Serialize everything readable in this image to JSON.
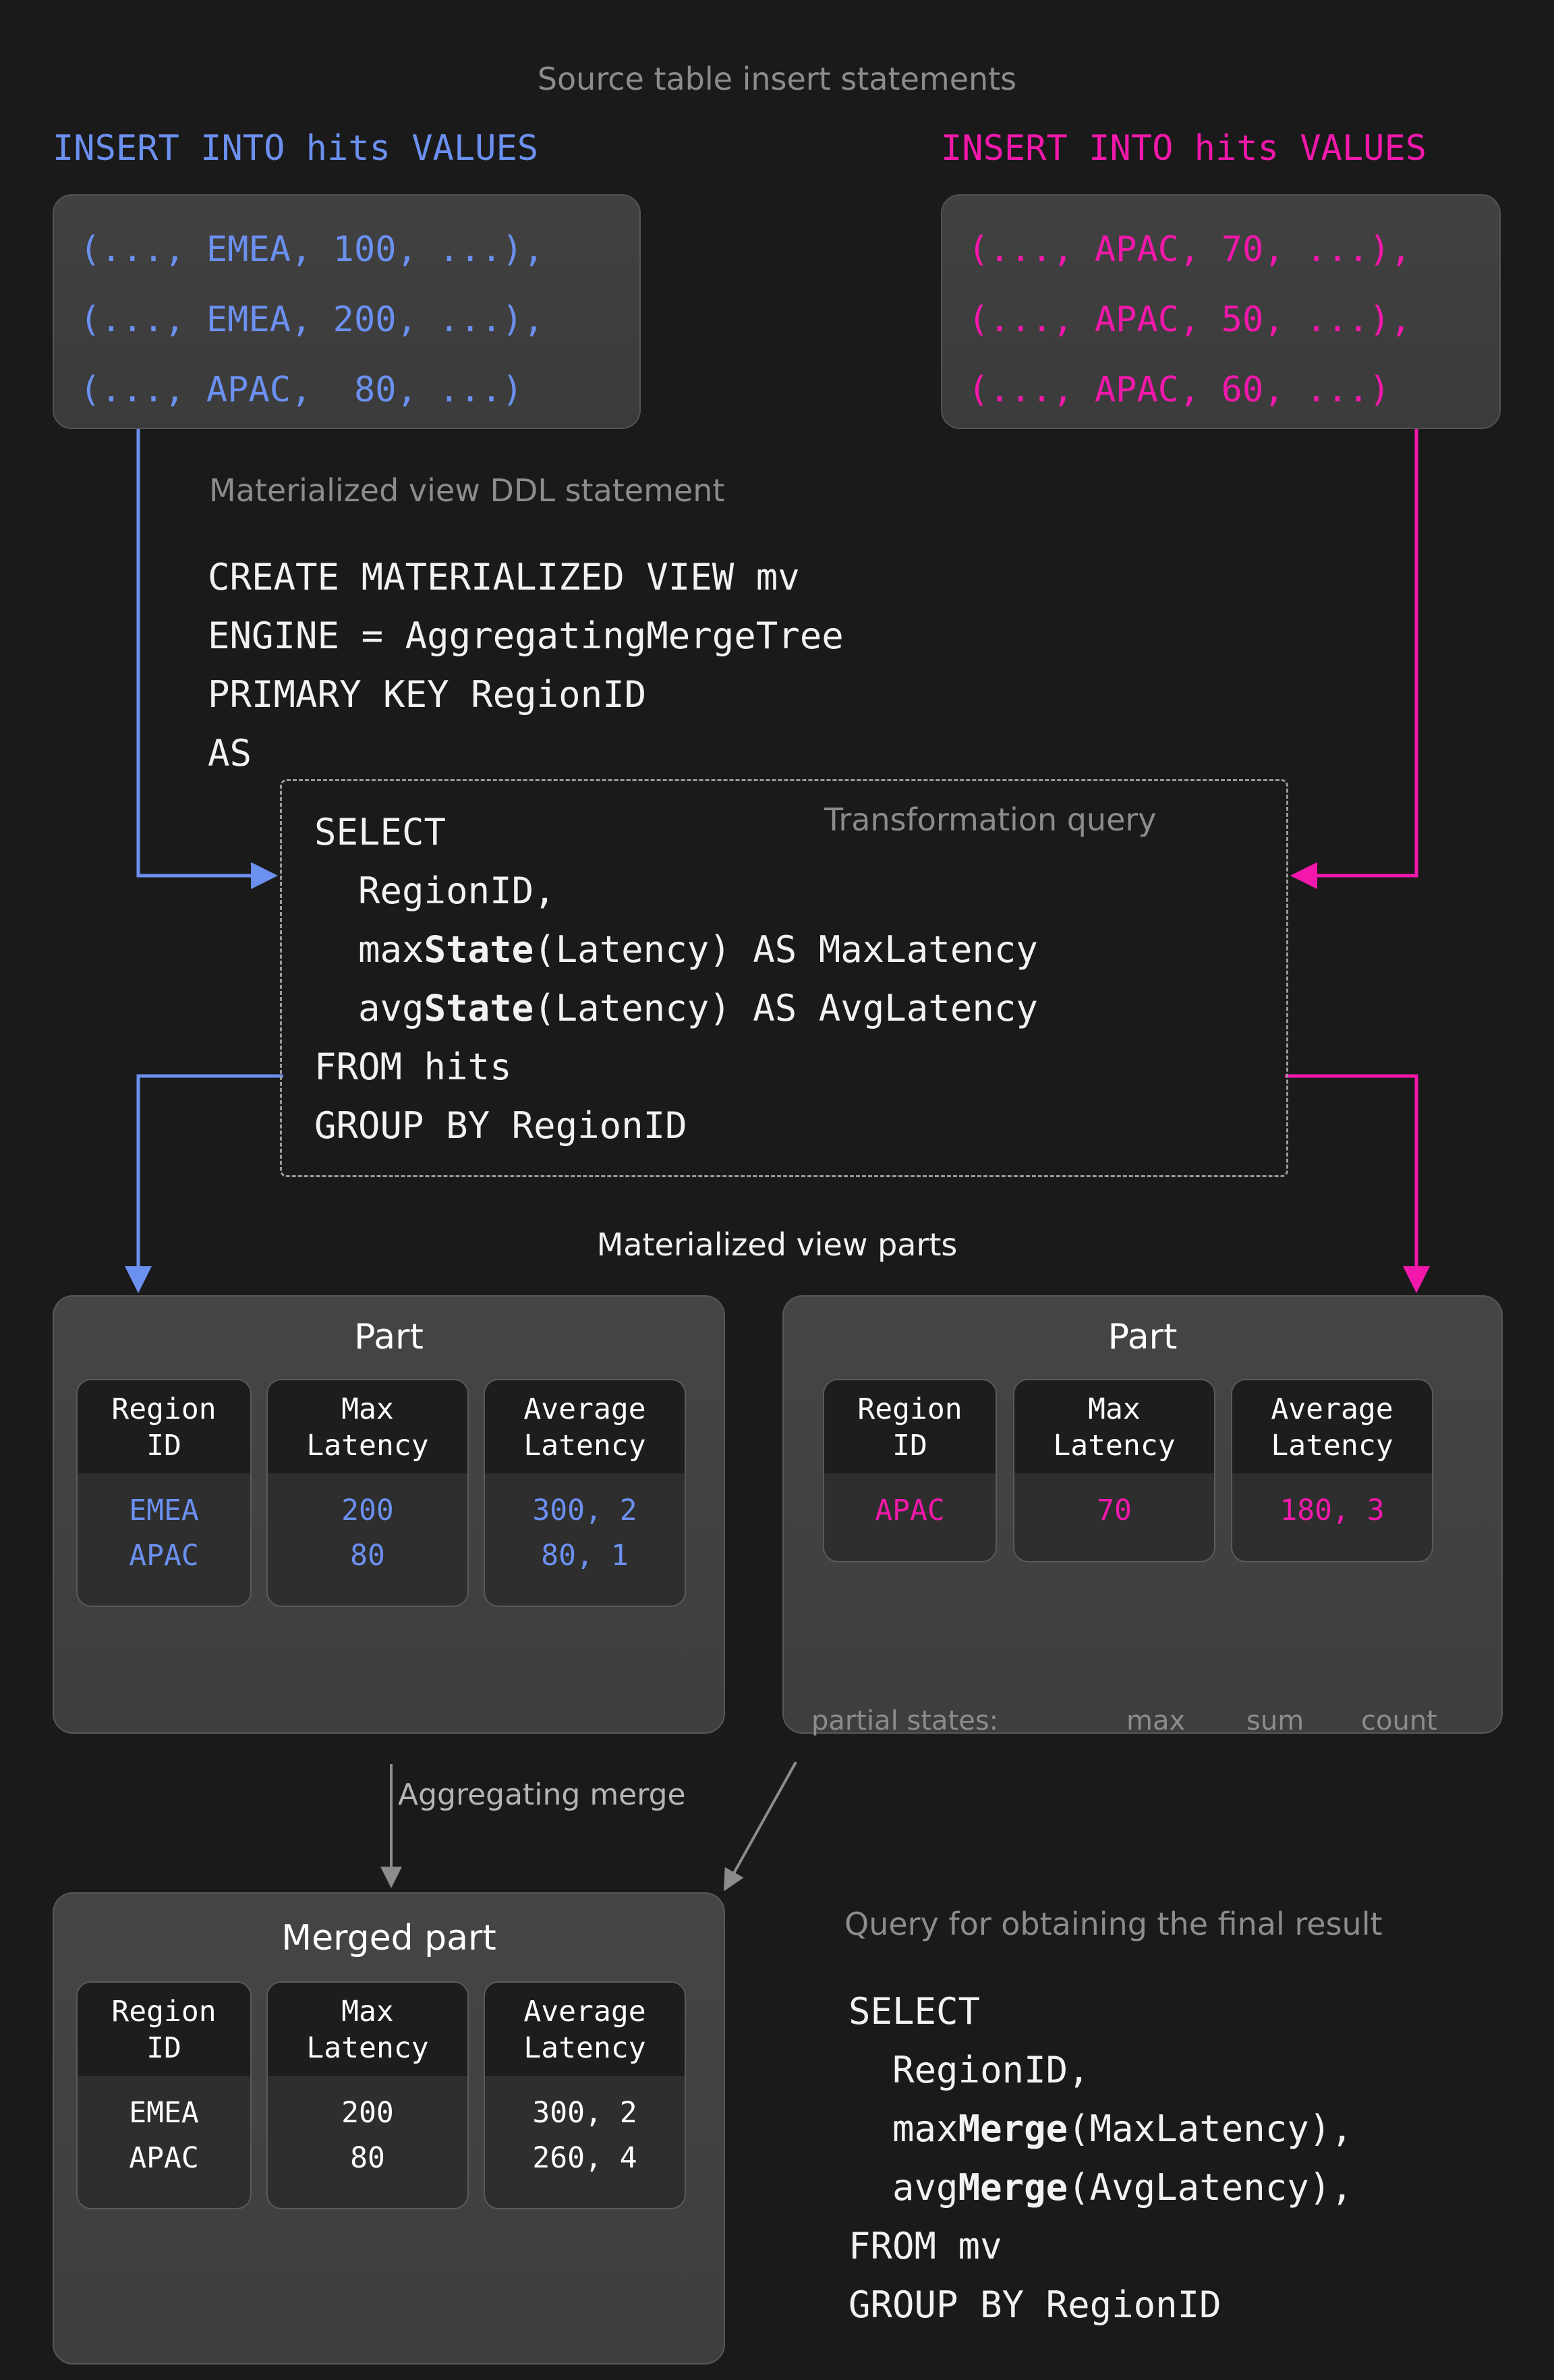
{
  "colors": {
    "background": "#1a1a1a",
    "blue": "#6b90f0",
    "pink": "#f318ab",
    "grey_caption": "#8c8c8c",
    "white": "#ffffff",
    "card_fill": "#3e3e3e",
    "col_fill": "#2e2e2e",
    "col_head_fill": "#1d1d1d"
  },
  "headings": {
    "source_inserts": "Source table insert statements",
    "mv_ddl": "Materialized view DDL statement",
    "transformation_query": "Transformation query",
    "mv_parts": "Materialized view parts",
    "aggregating_merge": "Aggregating merge",
    "final_query": "Query for obtaining the final result"
  },
  "inserts": {
    "left": {
      "header": "INSERT INTO hits VALUES",
      "color": "#6b90f0",
      "rows": [
        "(..., EMEA, 100, ...),",
        "(..., EMEA, 200, ...),",
        "(..., APAC,  80, ...)"
      ]
    },
    "right": {
      "header": "INSERT INTO hits VALUES",
      "color": "#f318ab",
      "rows": [
        "(..., APAC, 70, ...),",
        "(..., APAC, 50, ...),",
        "(..., APAC, 60, ...)"
      ]
    }
  },
  "ddl": {
    "lines": [
      "CREATE MATERIALIZED VIEW mv",
      "ENGINE = AggregatingMergeTree",
      "PRIMARY KEY RegionID",
      "AS"
    ]
  },
  "transformation": {
    "line1": "SELECT",
    "line2": "  RegionID,",
    "line3_pre": "  max",
    "line3_bold": "State",
    "line3_post": "(Latency) AS MaxLatency",
    "line4_pre": "  avg",
    "line4_bold": "State",
    "line4_post": "(Latency) AS AvgLatency",
    "line5": "FROM hits",
    "line6": "GROUP BY RegionID"
  },
  "parts": {
    "left": {
      "title": "Part",
      "columns": [
        "Region\nID",
        "Max\nLatency",
        "Average\nLatency"
      ],
      "rows": [
        [
          "EMEA",
          "200",
          "300, 2"
        ],
        [
          "APAC",
          "80",
          "80, 1"
        ]
      ],
      "value_color": "#6b90f0"
    },
    "right": {
      "title": "Part",
      "columns": [
        "Region\nID",
        "Max\nLatency",
        "Average\nLatency"
      ],
      "rows": [
        [
          "APAC",
          "70",
          "180, 3"
        ]
      ],
      "value_color": "#f318ab",
      "partial_states_label": "partial states:",
      "partial_states": [
        "max",
        "sum",
        "count"
      ]
    },
    "merged": {
      "title": "Merged part",
      "columns": [
        "Region\nID",
        "Max\nLatency",
        "Average\nLatency"
      ],
      "rows": [
        [
          "EMEA",
          "200",
          "300, 2"
        ],
        [
          "APAC",
          "80",
          "260, 4"
        ]
      ],
      "value_color": "#ffffff"
    }
  },
  "final_query": {
    "line1": "SELECT",
    "line2": "  RegionID,",
    "line3_pre": "  max",
    "line3_bold": "Merge",
    "line3_post": "(MaxLatency),",
    "line4_pre": "  avg",
    "line4_bold": "Merge",
    "line4_post": "(AvgLatency),",
    "line5": "FROM mv",
    "line6": "GROUP BY RegionID"
  }
}
